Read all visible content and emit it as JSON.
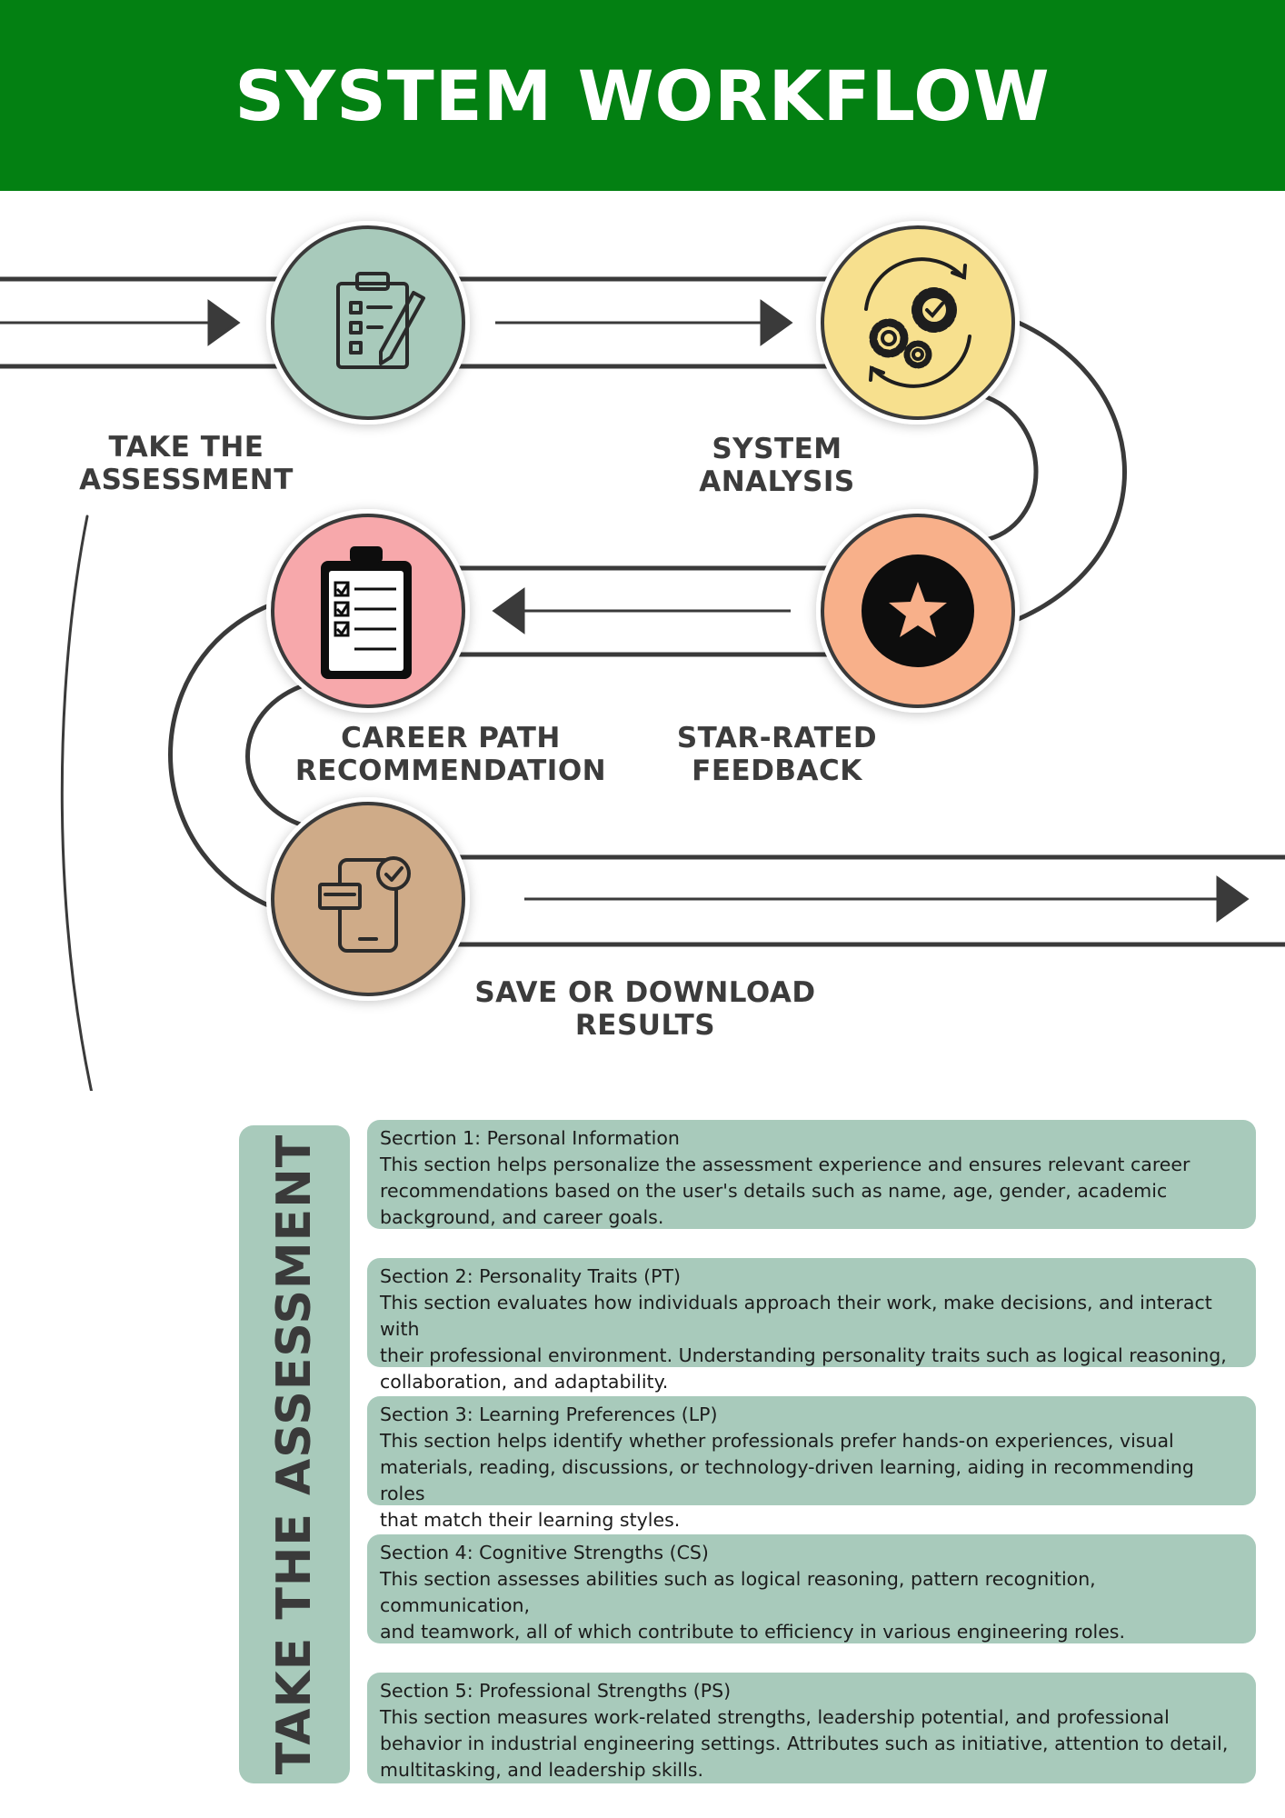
{
  "header": {
    "title": "SYSTEM WORKFLOW"
  },
  "colors": {
    "header_green": "#038012",
    "card_green": "#a8cabb",
    "step_assessment": "#a8cabb",
    "step_analysis": "#f7e08e",
    "step_feedback": "#f8b08a",
    "step_recommendation": "#f7a8ab",
    "step_results": "#cfab88",
    "line": "#3a3a3a"
  },
  "workflow": {
    "steps": [
      {
        "id": "assessment",
        "line1": "TAKE THE",
        "line2": "ASSESSMENT",
        "icon": "clipboard-pencil-icon"
      },
      {
        "id": "analysis",
        "line1": "SYSTEM",
        "line2": "ANALYSIS",
        "icon": "gears-check-icon"
      },
      {
        "id": "feedback",
        "line1": "STAR-RATED",
        "line2": "FEEDBACK",
        "icon": "star-icon"
      },
      {
        "id": "recommendation",
        "line1": "CAREER PATH",
        "line2": "RECOMMENDATION",
        "icon": "checklist-clipboard-icon"
      },
      {
        "id": "results",
        "line1": "SAVE OR DOWNLOAD",
        "line2": "RESULTS",
        "icon": "phone-download-icon"
      }
    ]
  },
  "assessment_panel": {
    "side_title": "TAKE THE ASSESSMENT",
    "sections": [
      {
        "heading": "Secrtion 1: Personal Information",
        "lines": [
          "This section helps personalize the assessment experience and ensures relevant career",
          "recommendations based on the user's details such as name, age, gender, academic",
          "background, and career goals."
        ]
      },
      {
        "heading": "Section 2: Personality Traits (PT)",
        "lines": [
          "This section evaluates how individuals approach their work, make decisions, and interact with",
          "their professional environment. Understanding personality traits such as logical reasoning,",
          "collaboration, and adaptability."
        ]
      },
      {
        "heading": "Section 3: Learning Preferences (LP)",
        "lines": [
          "This section helps identify whether professionals prefer hands-on experiences, visual",
          "materials, reading, discussions, or technology-driven learning, aiding in recommending roles",
          "that match their learning styles."
        ]
      },
      {
        "heading": "Section 4: Cognitive Strengths (CS)",
        "lines": [
          "This section assesses abilities such as logical reasoning, pattern recognition, communication,",
          "and teamwork, all of which contribute to efficiency in various engineering roles."
        ]
      },
      {
        "heading": "Section 5: Professional Strengths (PS)",
        "lines": [
          "This section measures work-related strengths, leadership potential, and professional",
          "behavior in industrial engineering settings. Attributes such as initiative, attention to detail,",
          "multitasking, and leadership skills."
        ]
      }
    ]
  }
}
